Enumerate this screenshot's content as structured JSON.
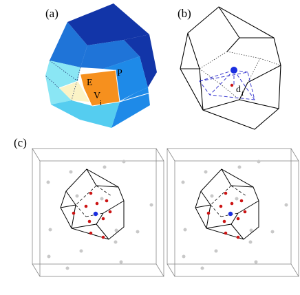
{
  "figure": {
    "panels": [
      {
        "label": "(a)",
        "point_labels": [
          "E",
          "P",
          "V",
          "i"
        ]
      },
      {
        "label": "(b)",
        "point_labels": [
          "d",
          "i"
        ]
      },
      {
        "label": "(c)"
      }
    ]
  },
  "colors": {
    "dark_blue": "#1235a8",
    "mid_blue": "#1f74d8",
    "bright_blue": "#1e8ae8",
    "light_cyan": "#8ae6f4",
    "cyan": "#55cdf0",
    "pale_yellow": "#fbf3c6",
    "orange": "#f6901e",
    "red_point": "#cc1414",
    "blue_point": "#1a2ee0",
    "gray_point": "#c8c8c8",
    "dashed_blue": "#3a3ad0"
  }
}
